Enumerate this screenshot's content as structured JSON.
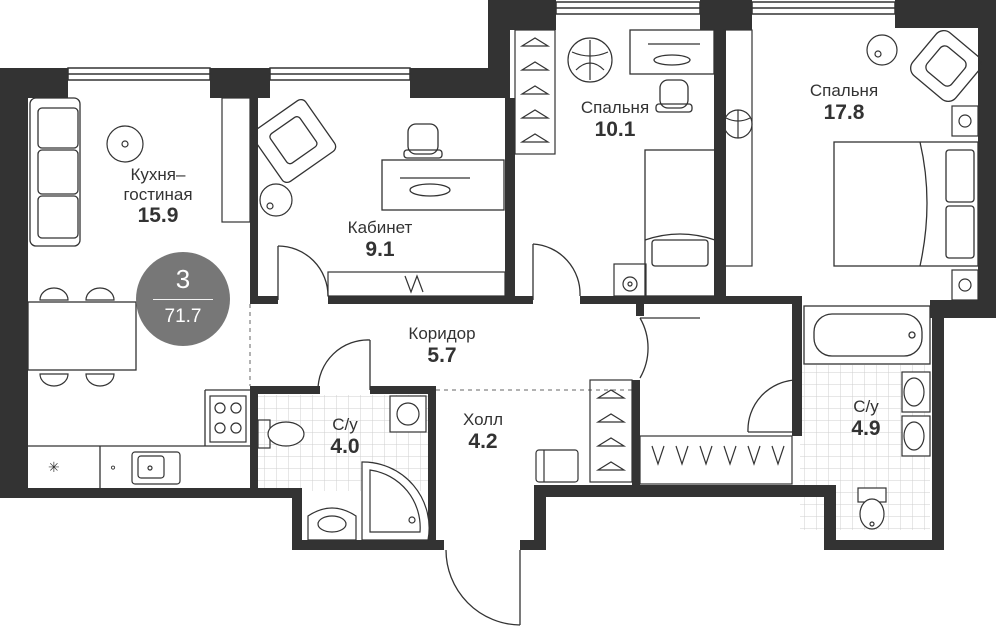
{
  "badge": {
    "room_count": "3",
    "total_area": "71.7"
  },
  "rooms": [
    {
      "id": "kitchen",
      "name_line1": "Кухня–",
      "name_line2": "гостиная",
      "area": "15.9"
    },
    {
      "id": "office",
      "name": "Кабинет",
      "area": "9.1"
    },
    {
      "id": "bedroom-small",
      "name": "Спальня",
      "area": "10.1"
    },
    {
      "id": "bedroom-large",
      "name": "Спальня",
      "area": "17.8"
    },
    {
      "id": "corridor",
      "name": "Коридор",
      "area": "5.7"
    },
    {
      "id": "bathroom-left",
      "name": "С/у",
      "area": "4.0"
    },
    {
      "id": "hall",
      "name": "Холл",
      "area": "4.2"
    },
    {
      "id": "bathroom-right",
      "name": "С/у",
      "area": "4.9"
    }
  ],
  "colors": {
    "wall": "#333333",
    "line": "#333333",
    "badge": "#777777",
    "tile": "#cccccc"
  },
  "icons": [
    "sofa-icon",
    "armchair-icon",
    "office-chair-icon",
    "desk-icon",
    "bed-icon",
    "plant-icon",
    "washing-machine-icon",
    "toilet-icon",
    "sink-icon",
    "shower-icon",
    "bathtub-icon",
    "stove-icon",
    "hanger-icon",
    "dining-chair-icon",
    "lamp-icon"
  ]
}
